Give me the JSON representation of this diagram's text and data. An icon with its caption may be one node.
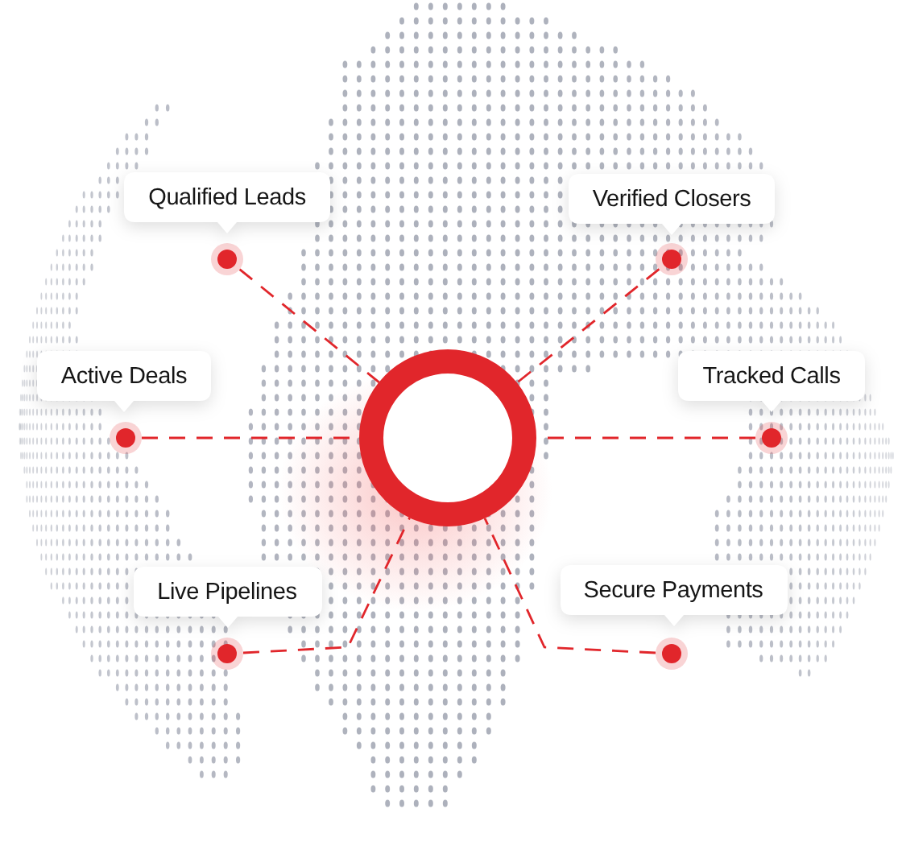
{
  "diagram": {
    "nodes": [
      {
        "text": [
          "Qualified Leads"
        ]
      },
      {
        "text": [],
        "shape": "circle"
      },
      {
        "text": [
          "Verified Closers"
        ]
      },
      {
        "text": [],
        "shape": "circle"
      },
      {
        "text": [
          "Active Deals"
        ]
      },
      {
        "text": [],
        "shape": "circle"
      },
      {
        "text": [],
        "shape": "circle"
      },
      {
        "text": [
          "Tracked Calls"
        ]
      },
      {
        "text": [],
        "shape": "circle"
      },
      {
        "text": [
          "Live Pipelines"
        ]
      },
      {
        "text": [],
        "shape": "circle"
      },
      {
        "text": [
          "Secure Payments"
        ]
      },
      {
        "text": [],
        "shape": "circle"
      }
    ],
    "edges": [
      {
        "from": 1,
        "to": 6,
        "arrow": "none",
        "style": "dashed"
      },
      {
        "from": 3,
        "to": 6,
        "arrow": "none",
        "style": "dashed"
      },
      {
        "from": 5,
        "to": 6,
        "arrow": "none",
        "style": "dashed"
      },
      {
        "from": 8,
        "to": 6,
        "arrow": "none",
        "style": "dashed"
      },
      {
        "from": 10,
        "to": 6,
        "arrow": "none",
        "style": "dashed"
      },
      {
        "from": 12,
        "to": 6,
        "arrow": "none",
        "style": "dashed"
      }
    ]
  }
}
